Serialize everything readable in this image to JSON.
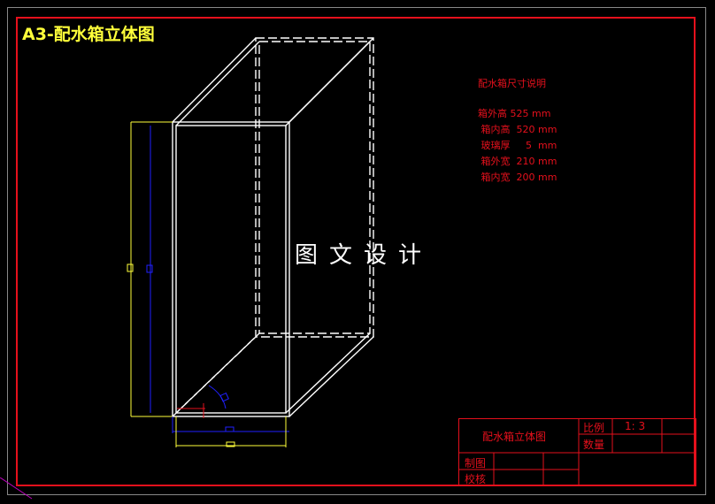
{
  "sheet": {
    "title": "A3-配水箱立体图",
    "watermark": "图文设计"
  },
  "dimensions": {
    "heading": "配水箱尺寸说明",
    "rows": [
      "箱外高 525 mm",
      " 箱内高  520 mm",
      " 玻璃厚     5  mm",
      " 箱外宽  210 mm",
      " 箱内宽  200 mm"
    ]
  },
  "title_block": {
    "drawing_name": "配水箱立体图",
    "scale_label": "比例",
    "scale_value": "1: 3",
    "quantity_label": "数量",
    "drawn_by_label": "制图",
    "checked_by_label": "校核"
  },
  "colors": {
    "border": "#e5101c",
    "lines": "#ffffff",
    "dimension": "#ffff3a",
    "inner": "#2020ff"
  }
}
